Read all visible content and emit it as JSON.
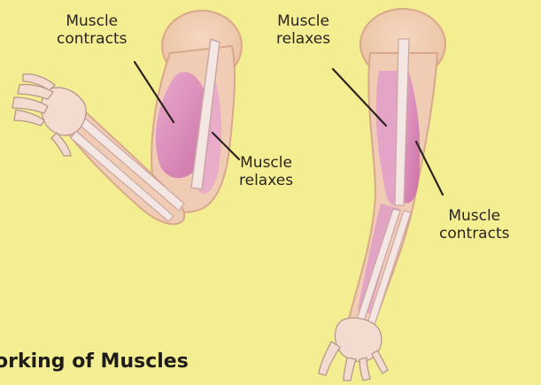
{
  "labels": {
    "left_top": [
      "Muscle",
      "contracts"
    ],
    "left_side": [
      "Muscle",
      "relaxes"
    ],
    "right_top": [
      "Muscle",
      "relaxes"
    ],
    "right_side": [
      "Muscle",
      "contracts"
    ]
  },
  "caption": "orking of Muscles",
  "colors": {
    "background": "#f4ee92",
    "skin": "#f1c9a8",
    "muscle": "#d87fb6",
    "muscle_light": "#e8b0d2",
    "bone": "#f4e6e2",
    "leader_line": "#2a2520"
  }
}
